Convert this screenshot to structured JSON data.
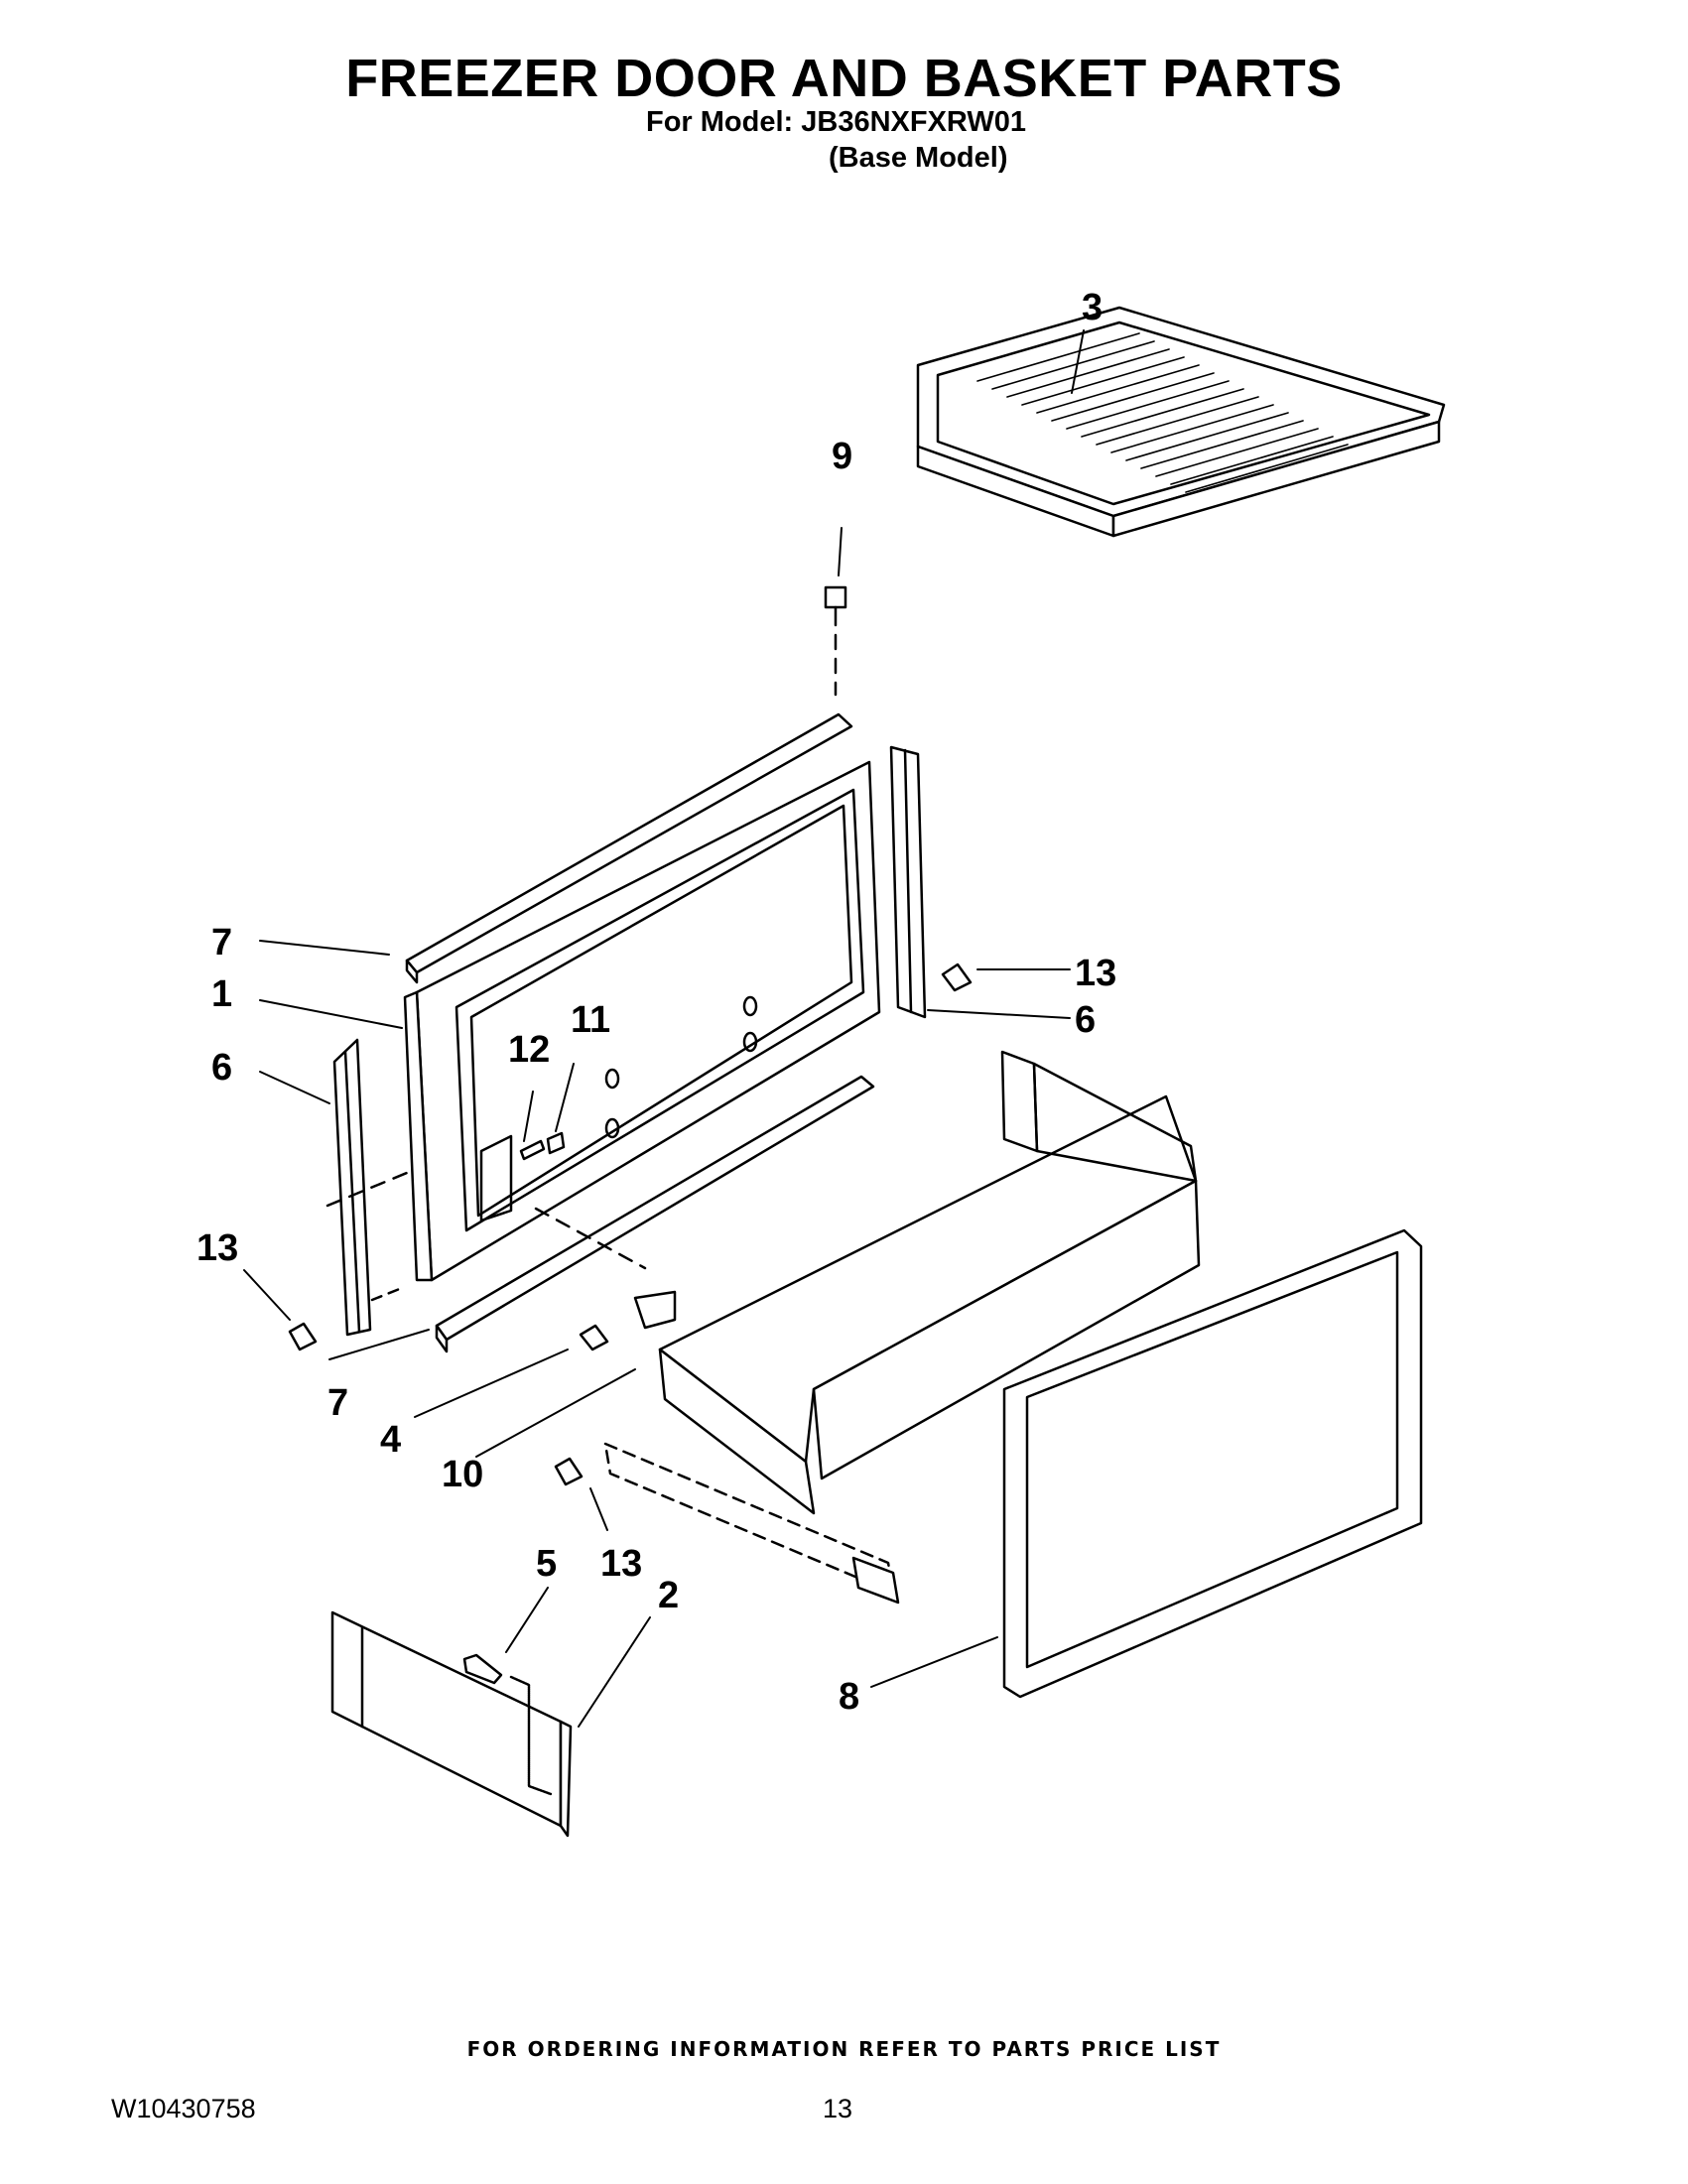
{
  "header": {
    "title": "FREEZER DOOR AND BASKET PARTS",
    "model_line": "For Model: JB36NXFXRW01",
    "model_note": "(Base Model)"
  },
  "callouts": {
    "c1": "1",
    "c2": "2",
    "c3": "3",
    "c4": "4",
    "c5": "5",
    "c6a": "6",
    "c6b": "6",
    "c7a": "7",
    "c7b": "7",
    "c8": "8",
    "c9": "9",
    "c10": "10",
    "c11": "11",
    "c12": "12",
    "c13a": "13",
    "c13b": "13",
    "c13c": "13"
  },
  "footer": {
    "ordering_note": "FOR ORDERING INFORMATION REFER TO PARTS PRICE LIST",
    "doc_number": "W10430758",
    "page_number": "13"
  }
}
